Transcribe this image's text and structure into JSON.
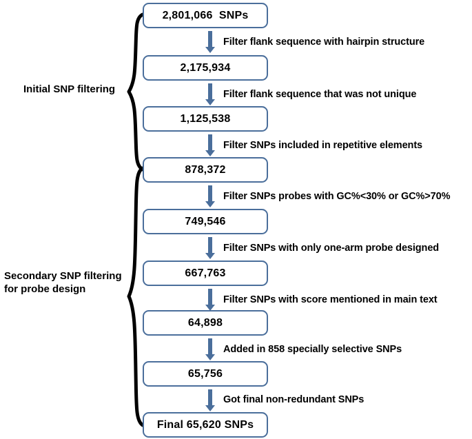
{
  "title": "SNP filtering and probe design flowchart",
  "colors": {
    "box_border": "#4a6e9b",
    "arrow": "#4a6e9b",
    "text": "#000000",
    "background": "#ffffff",
    "brace": "#000000"
  },
  "groups": [
    {
      "id": "initial",
      "label": "Initial SNP filtering"
    },
    {
      "id": "secondary",
      "label": "Secondary SNP filtering\nfor probe design"
    }
  ],
  "chart_data": {
    "type": "diagram",
    "diagram_kind": "flowchart",
    "nodes": [
      {
        "id": "n1",
        "label": "2,801,066  SNPs",
        "value": 2801066
      },
      {
        "id": "n2",
        "label": "2,175,934",
        "value": 2175934
      },
      {
        "id": "n3",
        "label": "1,125,538",
        "value": 1125538
      },
      {
        "id": "n4",
        "label": "878,372",
        "value": 878372
      },
      {
        "id": "n5",
        "label": "749,546",
        "value": 749546
      },
      {
        "id": "n6",
        "label": "667,763",
        "value": 667763
      },
      {
        "id": "n7",
        "label": "64,898",
        "value": 64898
      },
      {
        "id": "n8",
        "label": "65,756",
        "value": 65756
      },
      {
        "id": "n9",
        "label": "Final 65,620 SNPs",
        "value": 65620
      }
    ],
    "edges": [
      {
        "from": "n1",
        "to": "n2",
        "label": "Filter flank sequence with hairpin structure"
      },
      {
        "from": "n2",
        "to": "n3",
        "label": "Filter flank sequence that was not unique"
      },
      {
        "from": "n3",
        "to": "n4",
        "label": "Filter SNPs included in repetitive elements"
      },
      {
        "from": "n4",
        "to": "n5",
        "label": "Filter SNPs probes with GC%<30% or GC%>70%"
      },
      {
        "from": "n5",
        "to": "n6",
        "label": "Filter SNPs with only one-arm probe designed"
      },
      {
        "from": "n6",
        "to": "n7",
        "label": "Filter SNPs with score mentioned in main text"
      },
      {
        "from": "n7",
        "to": "n8",
        "label": "Added in 858 specially selective SNPs"
      },
      {
        "from": "n8",
        "to": "n9",
        "label": "Got final non-redundant SNPs"
      }
    ],
    "groups": [
      {
        "label": "Initial SNP filtering",
        "nodes": [
          "n1",
          "n2",
          "n3",
          "n4"
        ]
      },
      {
        "label": "Secondary SNP filtering for probe design",
        "nodes": [
          "n4",
          "n5",
          "n6",
          "n7",
          "n8",
          "n9"
        ]
      }
    ]
  }
}
